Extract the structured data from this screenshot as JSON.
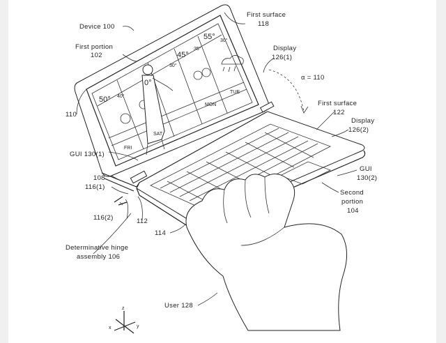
{
  "labels": {
    "device": "Device 100",
    "first_surface_top": "First surface",
    "ref_118": "118",
    "first_portion": "First portion",
    "ref_102": "102",
    "display_1": "Display",
    "display_1_num": "126(1)",
    "alpha": "α = 110",
    "first_surface_mid": "First surface",
    "ref_122": "122",
    "display_2": "Display",
    "display_2_num": "126(2)",
    "ref_110": "110",
    "gui_1": "GUI 130(1)",
    "gui_2": "GUI",
    "gui_2_num": "130(2)",
    "ref_108": "108",
    "ref_116_1": "116(1)",
    "ref_116_2": "116(2)",
    "ref_112": "112",
    "ref_114": "114",
    "second_portion": "Second",
    "second_portion_2": "portion",
    "ref_104": "104",
    "hinge_1": "Determinative hinge",
    "hinge_2": "assembly 106",
    "user": "User 128",
    "axis_z": "z",
    "axis_x": "x",
    "axis_y": "y"
  },
  "weather_screen": {
    "temp_1": "50°",
    "temp_1_small": "40°",
    "temp_2": "0°",
    "temp_3": "45°",
    "temp_3_small": "30°",
    "temp_4_small": "35°",
    "temp_5": "55°",
    "temp_6_small": "30°",
    "day_1": "FRI",
    "day_2": "SAT",
    "day_3": "MON",
    "day_4": "TUE"
  }
}
